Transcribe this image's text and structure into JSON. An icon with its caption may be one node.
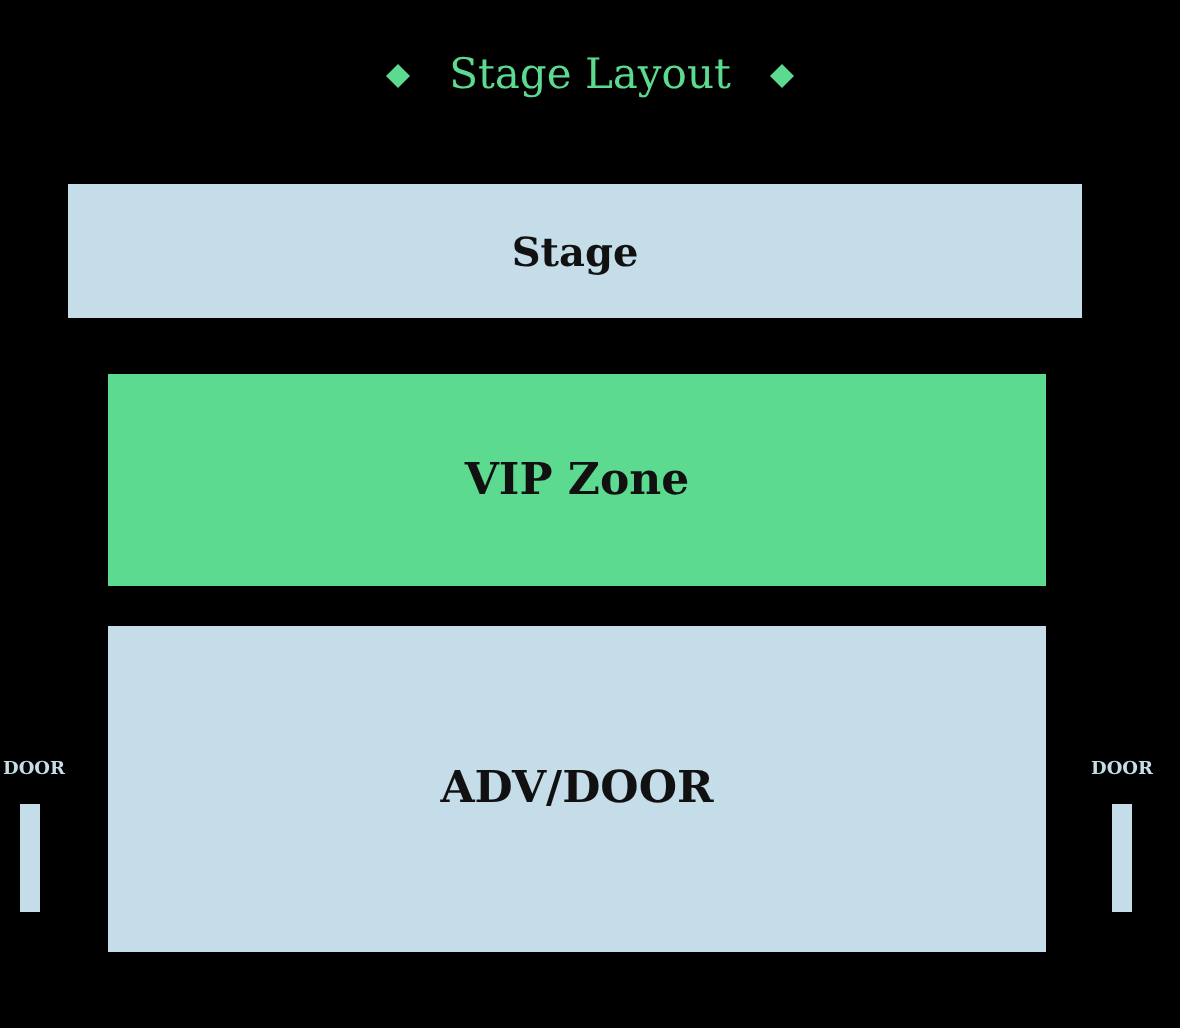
{
  "diagram": {
    "title": "Stage Layout",
    "nodes": [
      {
        "text": [
          "Stage"
        ]
      },
      {
        "text": [
          "VIP Zone"
        ]
      },
      {
        "text": [
          "DOOR"
        ]
      },
      {
        "text": [
          "ADV/DOOR"
        ]
      },
      {
        "text": [
          "DOOR"
        ]
      }
    ]
  }
}
